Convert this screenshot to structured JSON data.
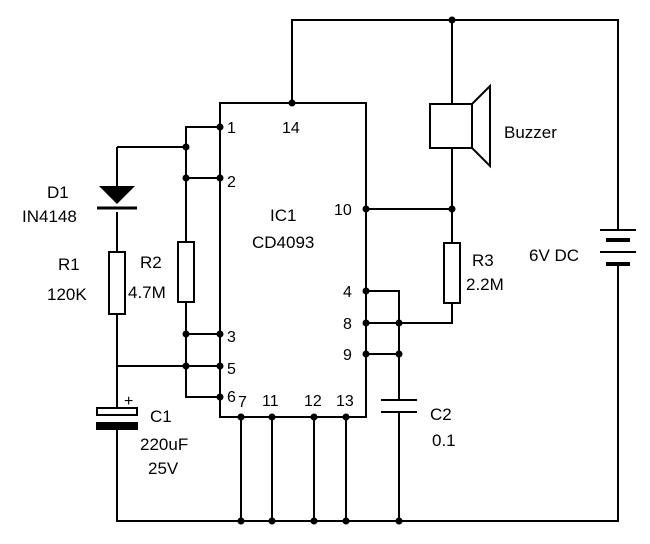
{
  "ic": {
    "ref": "IC1",
    "part": "CD4093",
    "pins": [
      "1",
      "2",
      "3",
      "5",
      "6",
      "7",
      "11",
      "12",
      "13",
      "14",
      "10",
      "4",
      "8",
      "9"
    ]
  },
  "d1": {
    "ref": "D1",
    "part": "IN4148"
  },
  "r1": {
    "ref": "R1",
    "value": "120K"
  },
  "r2": {
    "ref": "R2",
    "value": "4.7M"
  },
  "r3": {
    "ref": "R3",
    "value": "2.2M"
  },
  "c1": {
    "ref": "C1",
    "value": "220uF",
    "voltage": "25V",
    "polarity": "+"
  },
  "c2": {
    "ref": "C2",
    "value": "0.1"
  },
  "buzzer": {
    "label": "Buzzer"
  },
  "battery": {
    "label": "6V DC"
  }
}
